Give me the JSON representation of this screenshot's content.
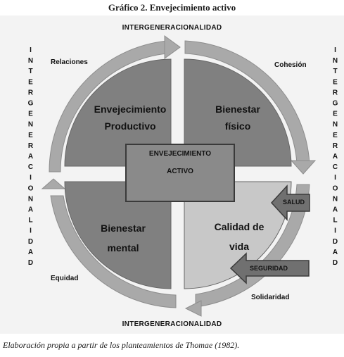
{
  "title": "Gráfico 2. Envejecimiento activo",
  "labels": {
    "top": "INTERGENERACIONALIDAD",
    "bottom": "INTERGENERACIONALIDAD",
    "left_vertical": "INTERGENERACIONALIDAD",
    "right_vertical": "INTERGENERACIONALIDAD"
  },
  "corners": {
    "top_left": "Relaciones",
    "top_right": "Cohesión",
    "bottom_left": "Equidad",
    "bottom_right": "Solidaridad"
  },
  "quadrants": {
    "top_left": [
      "Envejecimiento",
      "Productivo"
    ],
    "top_right": [
      "Bienestar",
      "físico"
    ],
    "bottom_left": [
      "Bienestar",
      "mental"
    ],
    "bottom_right": [
      "Calidad de",
      "vida"
    ]
  },
  "center": [
    "ENVEJECIMIENTO",
    "ACTIVO"
  ],
  "arrows": {
    "salud": "SALUD",
    "seguridad": "SEGURIDAD"
  },
  "caption": "Elaboración propia a partir de los planteamientos de Thomae (1982).",
  "colors": {
    "ring": "#a9a9a9",
    "quadrant_dark": "#808080",
    "quadrant_light": "#c8c8c8",
    "center_fill": "#8a8a8a",
    "arrow_fill": "#707070"
  }
}
